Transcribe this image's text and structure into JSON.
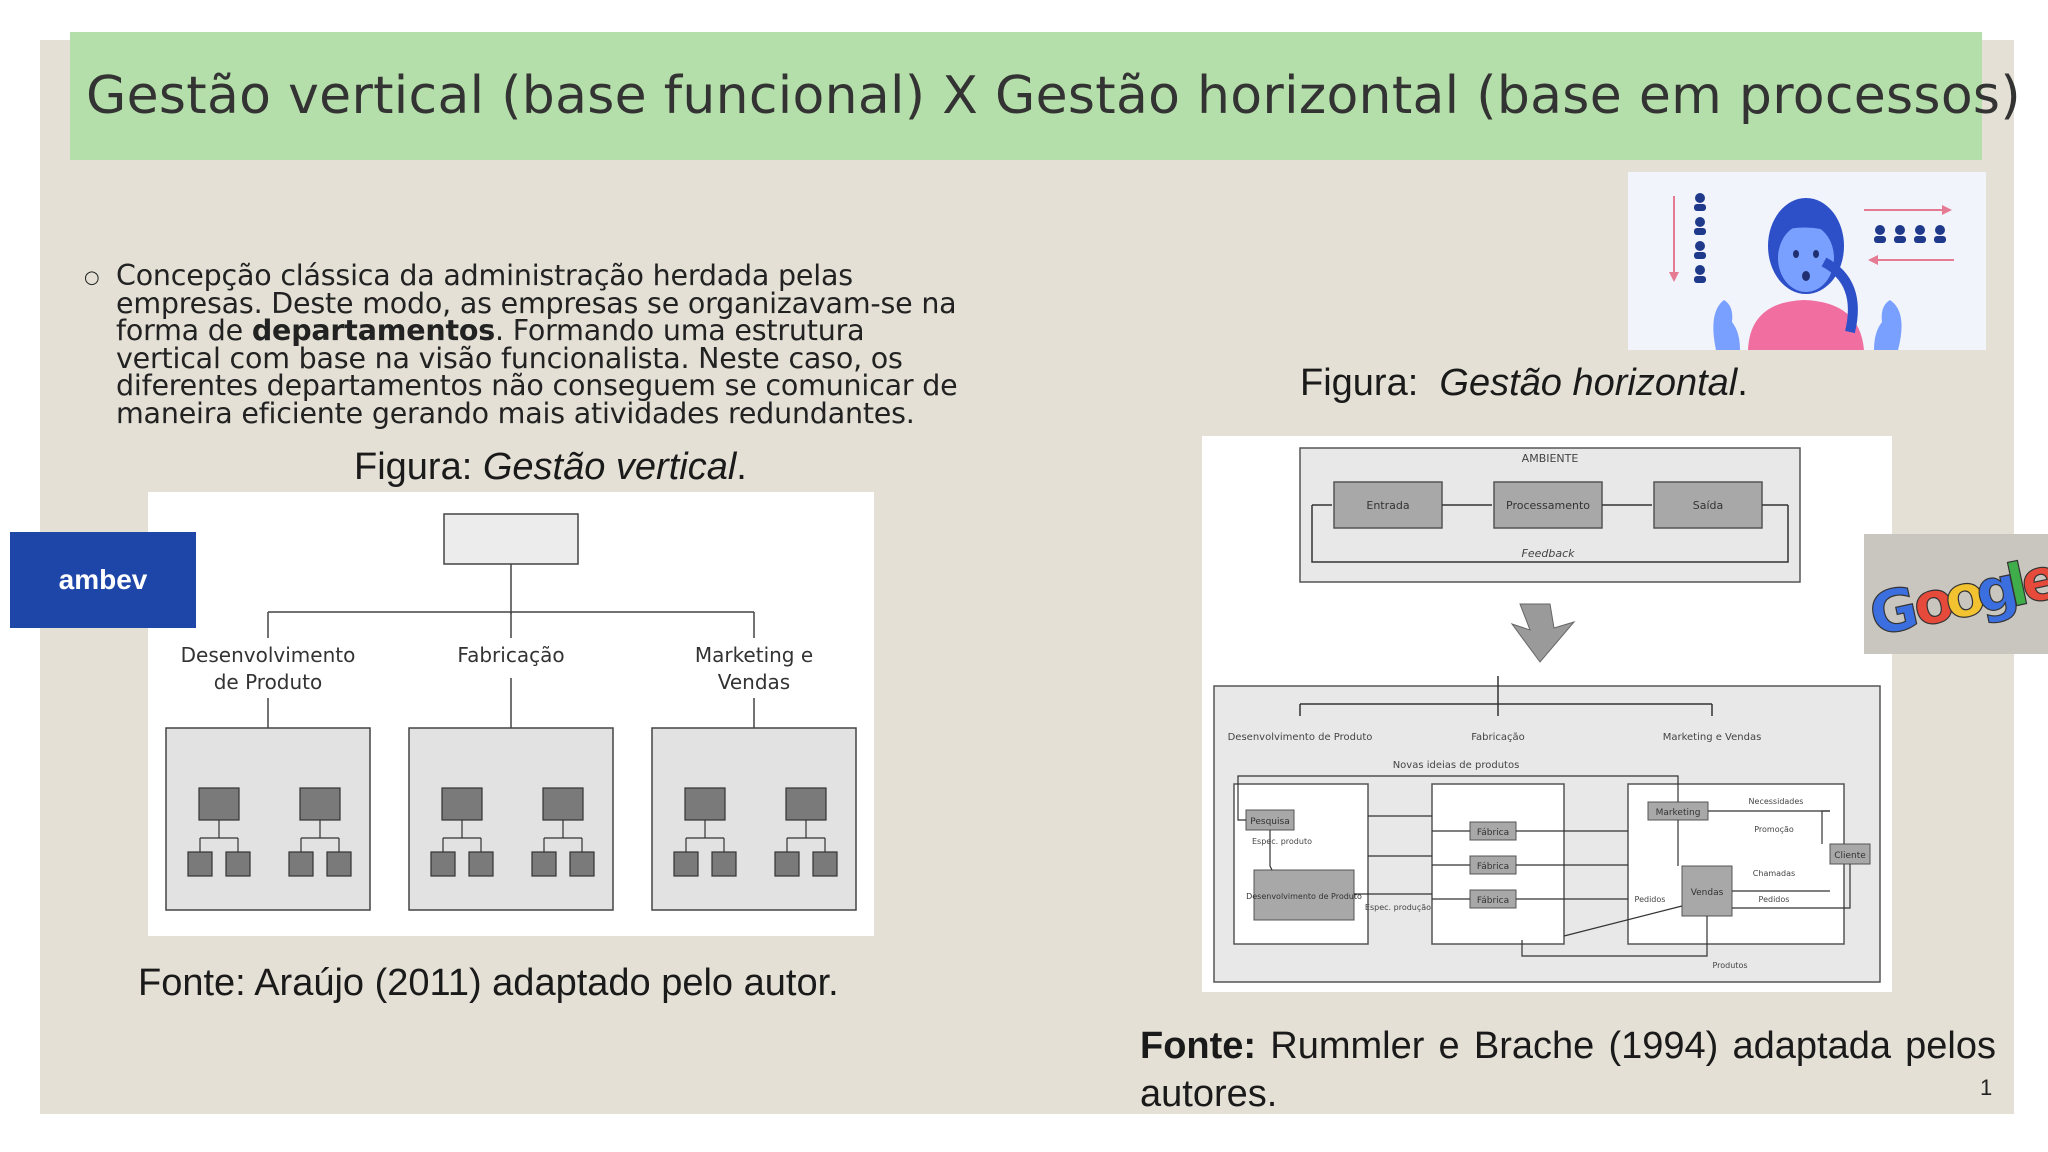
{
  "slide": {
    "title": "Gestão vertical (base funcional) X Gestão horizontal (base em processos)",
    "bullet": {
      "part1": "Concepção clássica da administração herdada pelas empresas. Deste modo, as empresas se organizavam-se na forma de ",
      "bold": "departamentos",
      "part2": ". Formando uma estrutura vertical com base na visão funcionalista. Neste caso, os diferentes departamentos não conseguem se comunicar de maneira eficiente gerando mais atividades redundantes."
    },
    "page_number": "1"
  },
  "figure_vertical": {
    "caption_prefix": "Figura: ",
    "caption_italic": "Gestão vertical",
    "caption_suffix": ".",
    "departments": [
      {
        "line1": "Desenvolvimento",
        "line2": "de Produto"
      },
      {
        "line1": "Fabricação",
        "line2": ""
      },
      {
        "line1": "Marketing e",
        "line2": "Vendas"
      }
    ],
    "source": "Fonte: Araújo (2011) adaptado pelo autor."
  },
  "figure_horizontal": {
    "caption_prefix": "Figura:  ",
    "caption_italic": "Gestão horizontal",
    "caption_suffix": ".",
    "environment_label": "AMBIENTE",
    "flow": [
      "Entrada",
      "Processamento",
      "Saída"
    ],
    "feedback_label": "Feedback",
    "departments": [
      "Desenvolvimento de Produto",
      "Fabricação",
      "Marketing e Vendas"
    ],
    "new_products_label": "Novas ideias de produtos",
    "boxes": {
      "pesquisa": "Pesquisa",
      "espec_produto": "Espec. produto",
      "desenvolvimento": "Desenvolvimento de Produto",
      "espec_producao": "Espec. produção",
      "fabrica": [
        "Fábrica",
        "Fábrica",
        "Fábrica"
      ],
      "marketing": "Marketing",
      "vendas": "Vendas",
      "cliente": "Cliente",
      "necessidades": "Necessidades",
      "promocao": "Promoção",
      "chamadas": "Chamadas",
      "pedidos": "Pedidos",
      "pedidos2": "Pedidos",
      "produtos": "Produtos"
    },
    "source_bold": "Fonte:",
    "source_rest": " Rummler e Brache (1994) adaptada pelos autores."
  },
  "logos": {
    "ambev": "ambev",
    "google": "Google"
  },
  "colors": {
    "title_bar": "#b5dfaa",
    "slide_bg": "#e4e0d5",
    "ambev_blue": "#1e46a8"
  }
}
